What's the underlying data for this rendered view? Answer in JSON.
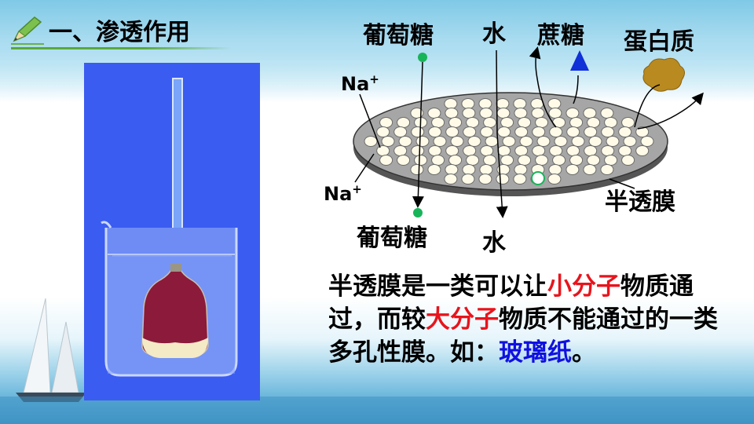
{
  "title": "一、渗透作用",
  "labels": {
    "glucose_top": "葡萄糖",
    "water_top": "水",
    "sucrose": "蔗糖",
    "protein": "蛋白质",
    "na_top": "Na",
    "na_bottom": "Na",
    "na_sup": "+",
    "membrane": "半透膜",
    "glucose_bottom": "葡萄糖",
    "water_bottom": "水"
  },
  "description": {
    "part1": "半透膜是一类可以让",
    "highlight1": "小分子",
    "part2": "物质通过，而较",
    "highlight2": "大分子",
    "part3": "物质不能通过的一类多孔性膜。如：",
    "highlight3": "玻璃纸",
    "part4": "。"
  },
  "colors": {
    "highlight_red": "#e8141c",
    "highlight_blue": "#1010e0",
    "experiment_bg": "#3b5cf0",
    "membrane_fill": "#a6a6a6",
    "pencil_green": "#6ab04c"
  },
  "icons": [
    "pencil-icon",
    "beaker-illustration",
    "membrane-diagram"
  ]
}
